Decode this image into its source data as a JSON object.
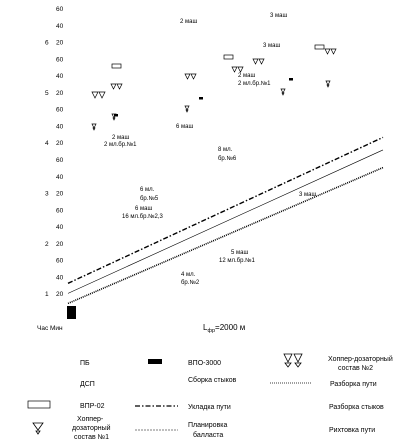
{
  "chart_data": {
    "type": "line",
    "title": "",
    "xlabel": "L",
    "xlabel_sub": "фр",
    "xlabel_value": "=2000 м",
    "corner_label": "Час Мин",
    "hour_labels": [
      "6",
      "5",
      "4",
      "3",
      "2",
      "1"
    ],
    "minute_ticks": [
      "60",
      "40",
      "20",
      "60",
      "40",
      "20",
      "60",
      "40",
      "20",
      "60",
      "40",
      "20",
      "60",
      "40",
      "20",
      "60",
      "40",
      "20"
    ],
    "series": [
      {
        "key": "ukladka",
        "style": "dashdot",
        "values": [
          [
            0,
            0.55
          ],
          [
            2000,
            3.45
          ]
        ]
      },
      {
        "key": "planirovka",
        "style": "thin",
        "values": [
          [
            0,
            0.35
          ],
          [
            2000,
            3.2
          ]
        ]
      },
      {
        "key": "razborka_putey",
        "style": "dotted",
        "values": [
          [
            0,
            0.15
          ],
          [
            2000,
            2.85
          ]
        ]
      }
    ],
    "annotations": [
      "2 маш",
      "3 маш",
      "3 маш",
      "2 маш",
      "2 мл.бр.№1",
      "2 маш",
      "2 мл.бр.№1",
      "6 маш",
      "8 мл.",
      "бр.№6",
      "6 мл.",
      "бр.№5",
      "6 маш",
      "16 мл.бр.№2,3",
      "3 маш",
      "5 маш",
      "12 мл.бр.№1",
      "4 мл.",
      "бр.№2"
    ]
  },
  "legend": {
    "pb": "ПБ",
    "dsp": "ДСП",
    "vpr": "ВПР-02",
    "hopper1": [
      "Хоппер-",
      "дозаторный",
      "состав №1"
    ],
    "vpo": "ВПО-3000",
    "sborka": "Сборка стыков",
    "ukladka": "Укладка пути",
    "planirovka": [
      "Планировка",
      "балласта"
    ],
    "hopper2": [
      "Хоппер-дозаторный",
      "состав №2"
    ],
    "razborka_putey": "Разборка пути",
    "razborka_stykov": "Разборка стыков",
    "rikhtovka": "Рихтовка пути"
  }
}
